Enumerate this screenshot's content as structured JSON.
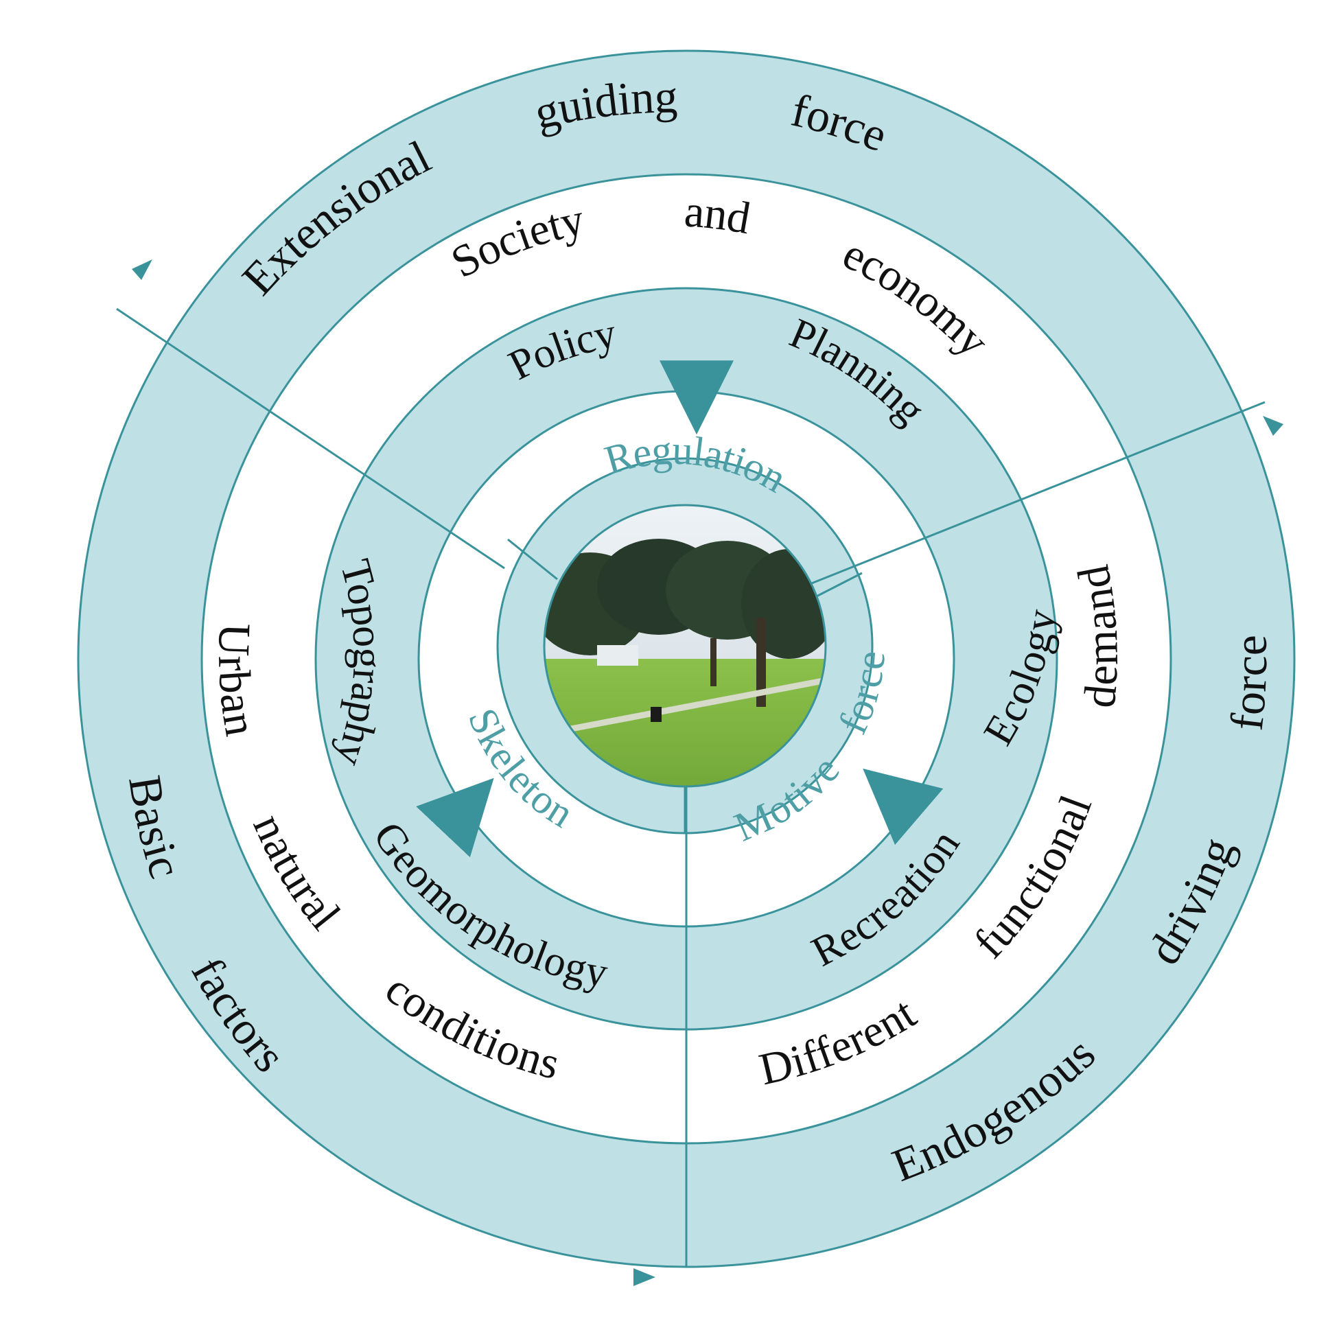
{
  "colors": {
    "ring_fill": "#bfe1e6",
    "line": "#3a939b",
    "core_text": "#4e9ea6",
    "label_text": "#111111",
    "background": "#ffffff"
  },
  "outer_ring": {
    "extensional": "Extensional guiding force",
    "endogenous": "Endogenous driving force",
    "basic": "Basic factors"
  },
  "second_ring": {
    "society": "Society and economy",
    "demands": "Different functional demands",
    "natural": "Urban natural conditions"
  },
  "third_ring": {
    "policy": "Policy",
    "planning": "Planning",
    "ecology": "Ecology",
    "recreation": "Recreation",
    "topography": "Topography",
    "geomorphology": "Geomorphology"
  },
  "core_ring": {
    "regulation": "Regulation",
    "motive_force": "Motive force",
    "skeleton": "Skeleton"
  },
  "center": {
    "image_icon": "park-photo-icon"
  }
}
